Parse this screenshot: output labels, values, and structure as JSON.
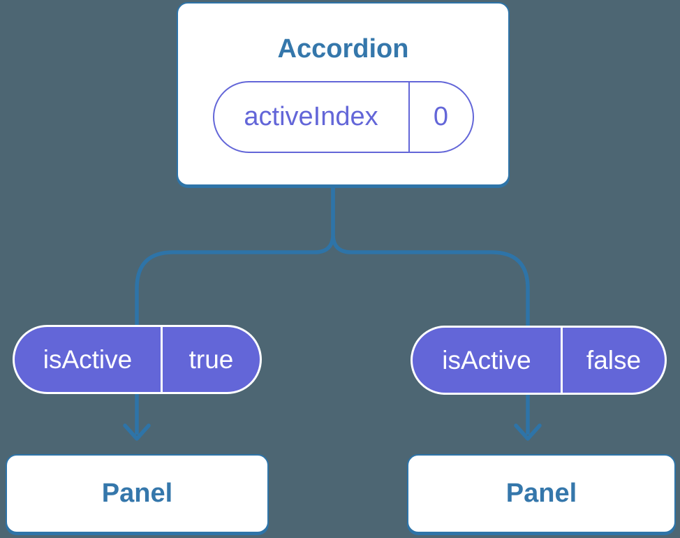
{
  "colors": {
    "background": "#4d6673",
    "line": "#2e74a8",
    "card_background": "#ffffff",
    "card_text": "#3577ab",
    "purple": "#6366d8",
    "prop_pill_text": "#ffffff"
  },
  "root": {
    "title": "Accordion",
    "state": {
      "name": "activeIndex",
      "value": "0"
    }
  },
  "props": [
    {
      "name": "isActive",
      "value": "true"
    },
    {
      "name": "isActive",
      "value": "false"
    }
  ],
  "children": [
    {
      "title": "Panel"
    },
    {
      "title": "Panel"
    }
  ]
}
